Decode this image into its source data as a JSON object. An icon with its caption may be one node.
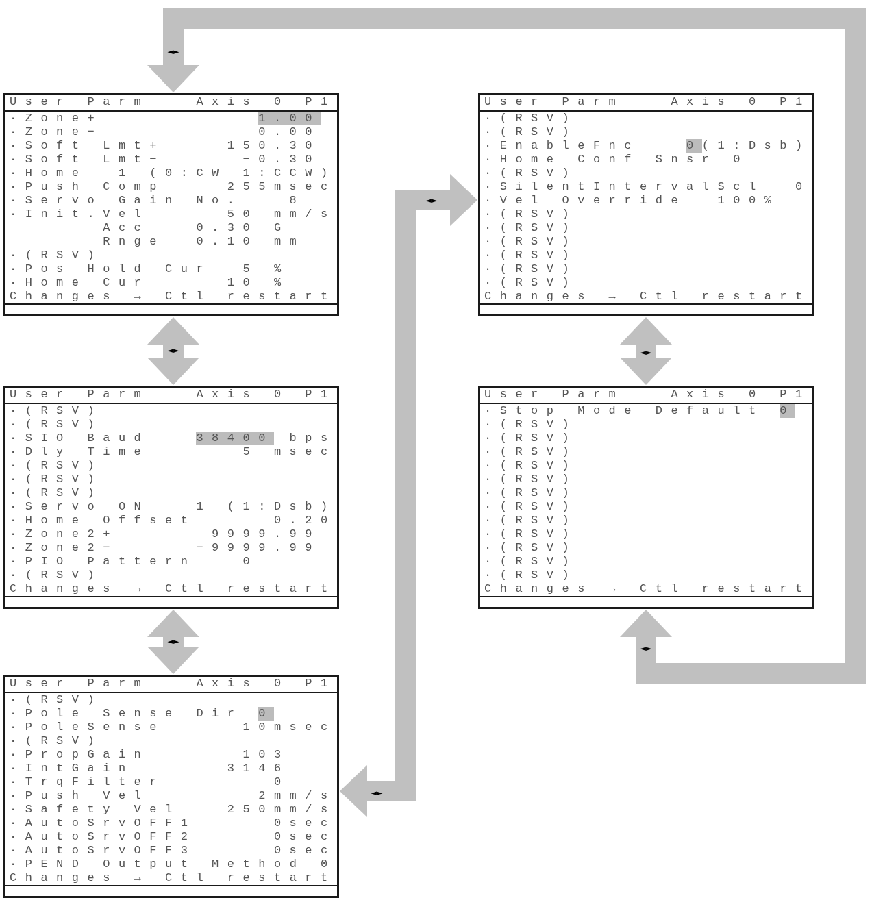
{
  "diagram": {
    "nodes": [
      {
        "text": [
          "User Parm",
          "Axis 0 P1",
          "·Zone+",
          "1.00",
          "·Zone−",
          "0.00",
          "·Soft Lmt+",
          "150.30",
          "·Soft Lmt−",
          "−0.30",
          "·Home",
          "1",
          "(0:CW 1:CCW)",
          "·Push Comp",
          "255msec",
          "·Servo Gain No.",
          "8",
          "·Init.Vel",
          "50",
          "mm/s",
          "Acc",
          "0.30",
          "G",
          "Rnge",
          "0.10",
          "mm",
          "·(RSV)",
          "·Pos Hold Cur",
          "5",
          "%",
          "·Home Cur",
          "10",
          "%",
          "Changes → Ctl restart"
        ]
      },
      {
        "text": [
          "User Parm",
          "Axis 0 P1",
          "·(RSV)",
          "·(RSV)",
          "·SIO Baud",
          "38400",
          "bps",
          "·Dly Time",
          "5",
          "msec",
          "·(RSV)",
          "·(RSV)",
          "·(RSV)",
          "·Servo ON",
          "1",
          "(1:Dsb)",
          "·Home Offset",
          "0.20",
          "·Zone2+",
          "9999.99",
          "·Zone2−",
          "−9999.99",
          "·PIO Pattern",
          "0",
          "·(RSV)",
          "Changes → Ctl restart"
        ]
      },
      {
        "text": [
          "User Parm",
          "Axis 0 P1",
          "·(RSV)",
          "·Pole Sense Dir",
          "0",
          "·PoleSense",
          "10msec",
          "·(RSV)",
          "·PropGain",
          "103",
          "·IntGain",
          "3146",
          "·TrqFilter",
          "0",
          "·Push Vel",
          "2mm/s",
          "·Safety Vel",
          "250mm/s",
          "·AutoSrvOFF1",
          "0sec",
          "·AutoSrvOFF2",
          "0sec",
          "·AutoSrvOFF3",
          "0sec",
          "·PEND Output Method 0",
          "Changes → Ctl restart"
        ]
      },
      {
        "text": [
          "User Parm",
          "Axis 0 P1",
          "·(RSV)",
          "·(RSV)",
          "·EnableFnc",
          "0",
          "(1:Dsb)",
          "·Home Conf Snsr 0",
          "·(RSV)",
          "·SilentIntervalScl",
          "0",
          "·Vel Override",
          "100%",
          "·(RSV)",
          "·(RSV)",
          "·(RSV)",
          "·(RSV)",
          "·(RSV)",
          "·(RSV)",
          "Changes → Ctl restart"
        ]
      },
      {
        "text": [
          "User Parm",
          "Axis 0 P1",
          "·Stop Mode Default",
          "0",
          "·(RSV)",
          "·(RSV)",
          "·(RSV)",
          "·(RSV)",
          "·(RSV)",
          "·(RSV)",
          "·(RSV)",
          "·(RSV)",
          "·(RSV)",
          "·(RSV)",
          "·(RSV)",
          "·(RSV)",
          "Changes → Ctl restart"
        ]
      }
    ],
    "edges": [
      {
        "from": 0,
        "to": 1,
        "arrow": "both",
        "label": "◄►"
      },
      {
        "from": 1,
        "to": 2,
        "arrow": "both",
        "label": "◄►"
      },
      {
        "from": 2,
        "to": 3,
        "arrow": "both",
        "label": "◄►"
      },
      {
        "from": 3,
        "to": 4,
        "arrow": "both",
        "label": "◄►"
      },
      {
        "from": 4,
        "to": 0,
        "arrow": "both",
        "label": "◄►"
      }
    ],
    "labels": [
      "◄►",
      "◄►"
    ]
  }
}
